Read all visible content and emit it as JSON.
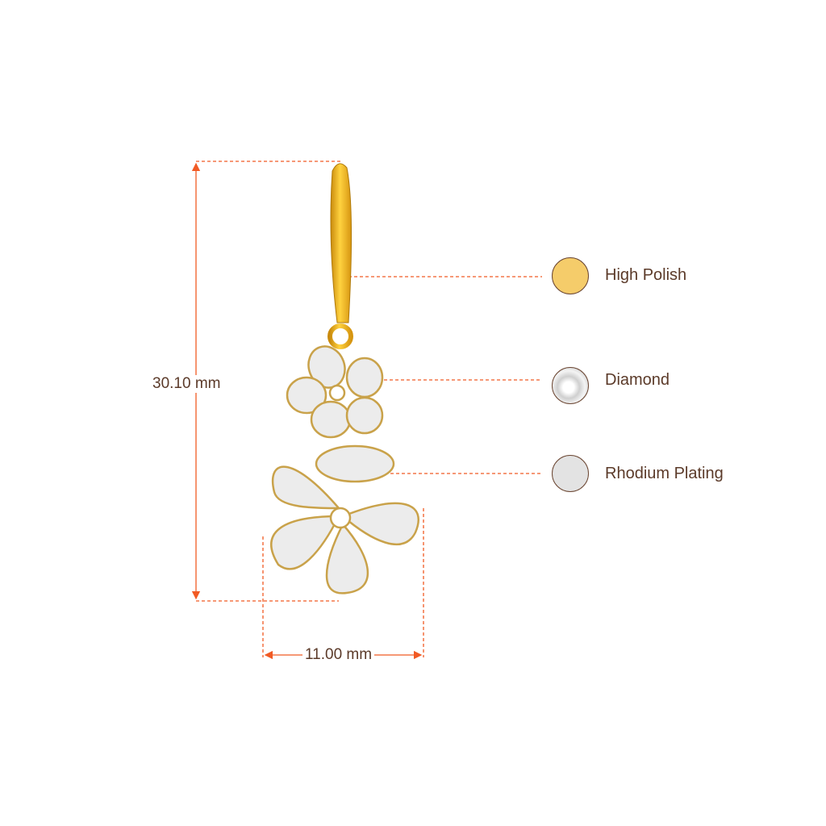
{
  "dimensions": {
    "height_label": "30.10 mm",
    "width_label": "11.00 mm"
  },
  "legend": [
    {
      "label": "High Polish",
      "color": "#f5cc6a",
      "icon": "gold-swatch-icon"
    },
    {
      "label": "Diamond",
      "color": "#e8e8e8",
      "icon": "diamond-swatch-icon"
    },
    {
      "label": "Rhodium Plating",
      "color": "#e3e3e3",
      "icon": "rhodium-swatch-icon"
    }
  ],
  "colors": {
    "accent": "#f15a24",
    "text": "#5b3a29",
    "gold": "#f0b429"
  }
}
